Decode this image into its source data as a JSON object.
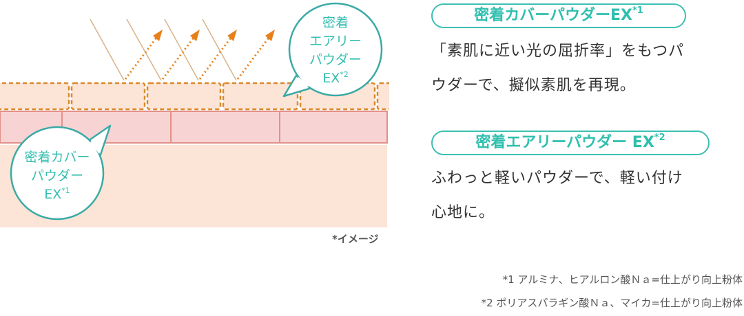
{
  "diagram": {
    "bubble_cover": {
      "line1": "密着カバー",
      "line2": "パウダー",
      "line3": "EX",
      "sup": "*1"
    },
    "bubble_airy": {
      "line1": "密着",
      "line2": "エアリー",
      "line3": "パウダー",
      "line4": "EX",
      "sup": "*2"
    },
    "image_note": "*イメージ",
    "colors": {
      "teal": "#35bfb0",
      "skin": "#fce4d6",
      "pink_layer": "#f8d3d3",
      "pink_line": "#e39089",
      "dash": "#d98a2a",
      "arrow": "#e8801a",
      "light_ray": "#d8b389"
    }
  },
  "products": [
    {
      "name": "密着カバーパウダーEX",
      "sup": "*1",
      "desc_line1": "「素肌に近い光の屈折率」をもつパ",
      "desc_line2": "ウダーで、擬似素肌を再現。"
    },
    {
      "name": "密着エアリーパウダー EX",
      "sup": "*2",
      "desc_line1": "ふわっと軽いパウダーで、軽い付け",
      "desc_line2": "心地に。"
    }
  ],
  "footnotes": [
    "*1 アルミナ、ヒアルロン酸Ｎａ=仕上がり向上粉体",
    "*2 ポリアスパラギン酸Ｎａ、マイカ=仕上がり向上粉体"
  ]
}
